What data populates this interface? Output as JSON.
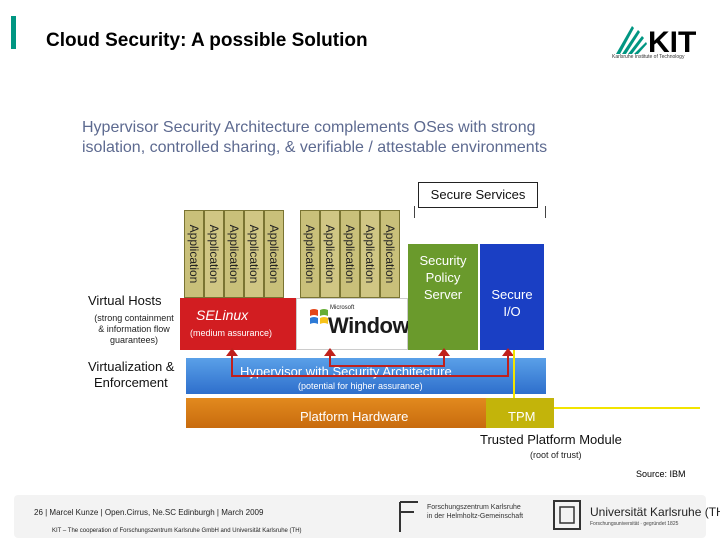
{
  "header": {
    "title": "Cloud Security: A possible Solution",
    "logo_text": "KIT",
    "logo_subtitle": "Karlsruhe Institute of Technology"
  },
  "diagram": {
    "heading_line1": "Hypervisor Security Architecture complements OSes with strong",
    "heading_line2": "isolation, controlled sharing, & verifiable / attestable environments",
    "secure_services": "Secure Services",
    "application_label": "Application",
    "selinux": {
      "name": "SELinux",
      "note": "(medium assurance)"
    },
    "windows": {
      "small": "Microsoft",
      "name": "Windows"
    },
    "security_policy_server": "Security Policy Server",
    "secure_io": "Secure I/O",
    "virtual_hosts": {
      "label": "Virtual Hosts",
      "note_line1": "(strong containment",
      "note_line2": "& information flow",
      "note_line3": "guarantees)"
    },
    "virtualization": {
      "line1": "Virtualization &",
      "line2": "Enforcement"
    },
    "hypervisor": {
      "name": "Hypervisor with Security Architecture",
      "note": "(potential for higher assurance)"
    },
    "platform_hardware": "Platform Hardware",
    "tpm": "TPM",
    "trusted_platform_module": "Trusted Platform Module",
    "root_of_trust": "(root of trust)",
    "source": "Source: IBM"
  },
  "footer": {
    "line1": "26  |  Marcel Kunze  |  Open.Cirrus, Ne.SC Edinburgh  |  March 2009",
    "line2": "KIT – The cooperation of Forschungszentrum Karlsruhe GmbH and Universität Karlsruhe (TH)",
    "fzk_line1": "Forschungszentrum Karlsruhe",
    "fzk_line2": "in der Helmholtz-Gemeinschaft",
    "uni_title": "Universität Karlsruhe (TH)",
    "uni_sub": "Forschungsuniversität · gegründet 1825"
  },
  "colors": {
    "accent_teal": "#009682",
    "heading": "#5d6a90",
    "selinux_red": "#d21d21",
    "policy_green": "#6a9a2c",
    "secure_io_blue": "#1a3fc4",
    "hypervisor_blue": "#2e6fcc",
    "platform_orange": "#d47a16",
    "tpm_yellow": "#c3b40a"
  }
}
